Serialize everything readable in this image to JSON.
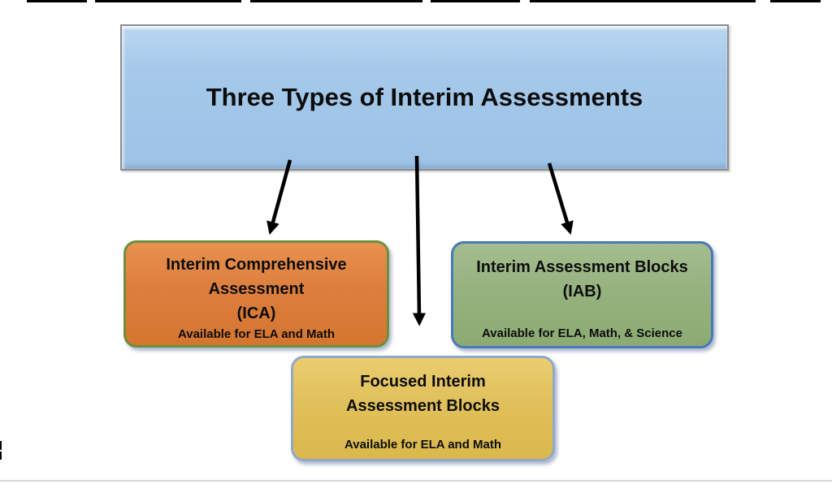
{
  "header": {
    "title": "Three Types of Interim Assessments",
    "fill_color": "#a6c9ea",
    "border_color": "#8c8c8c"
  },
  "boxes": {
    "ica": {
      "line1": "Interim Comprehensive",
      "line2": "Assessment",
      "line3": "(ICA)",
      "availability": "Available for ELA and Math",
      "fill_color": "#dd7e3e",
      "border_color": "#6d8f3d"
    },
    "fiab": {
      "line1": "Focused Interim",
      "line2": "Assessment Blocks",
      "availability": "Available for ELA and Math",
      "fill_color": "#e1c05b",
      "border_color": "#91a8c9"
    },
    "iab": {
      "line1": "Interim Assessment Blocks",
      "line2": "(IAB)",
      "availability": "Available for ELA, Math, & Science",
      "fill_color": "#96b27f",
      "border_color": "#4a77bb"
    }
  },
  "edges": [
    {
      "from": "header",
      "to": "ica"
    },
    {
      "from": "header",
      "to": "fiab"
    },
    {
      "from": "header",
      "to": "iab"
    }
  ],
  "arrow_color": "#000000"
}
